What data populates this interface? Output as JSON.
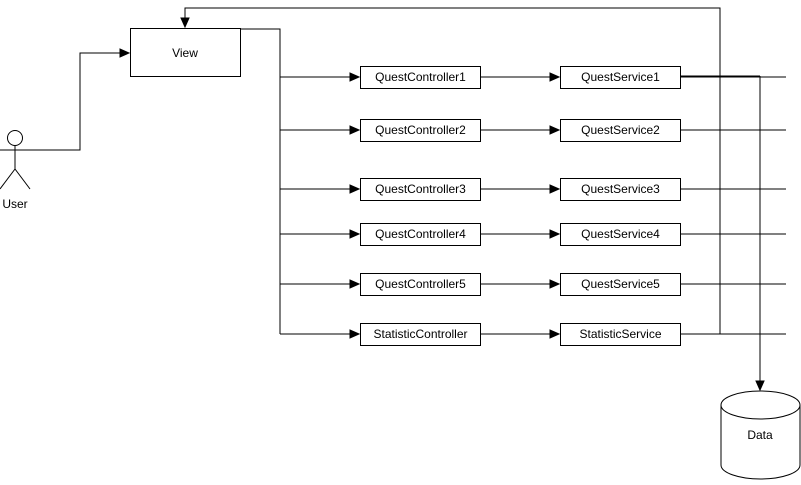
{
  "actor": {
    "label": "User"
  },
  "view": {
    "label": "View"
  },
  "controllers": [
    {
      "label": "QuestController1"
    },
    {
      "label": "QuestController2"
    },
    {
      "label": "QuestController3"
    },
    {
      "label": "QuestController4"
    },
    {
      "label": "QuestController5"
    },
    {
      "label": "StatisticController"
    }
  ],
  "services": [
    {
      "label": "QuestService1"
    },
    {
      "label": "QuestService2"
    },
    {
      "label": "QuestService3"
    },
    {
      "label": "QuestService4"
    },
    {
      "label": "QuestService5"
    },
    {
      "label": "StatisticService"
    }
  ],
  "datastore": {
    "label": "Data"
  }
}
